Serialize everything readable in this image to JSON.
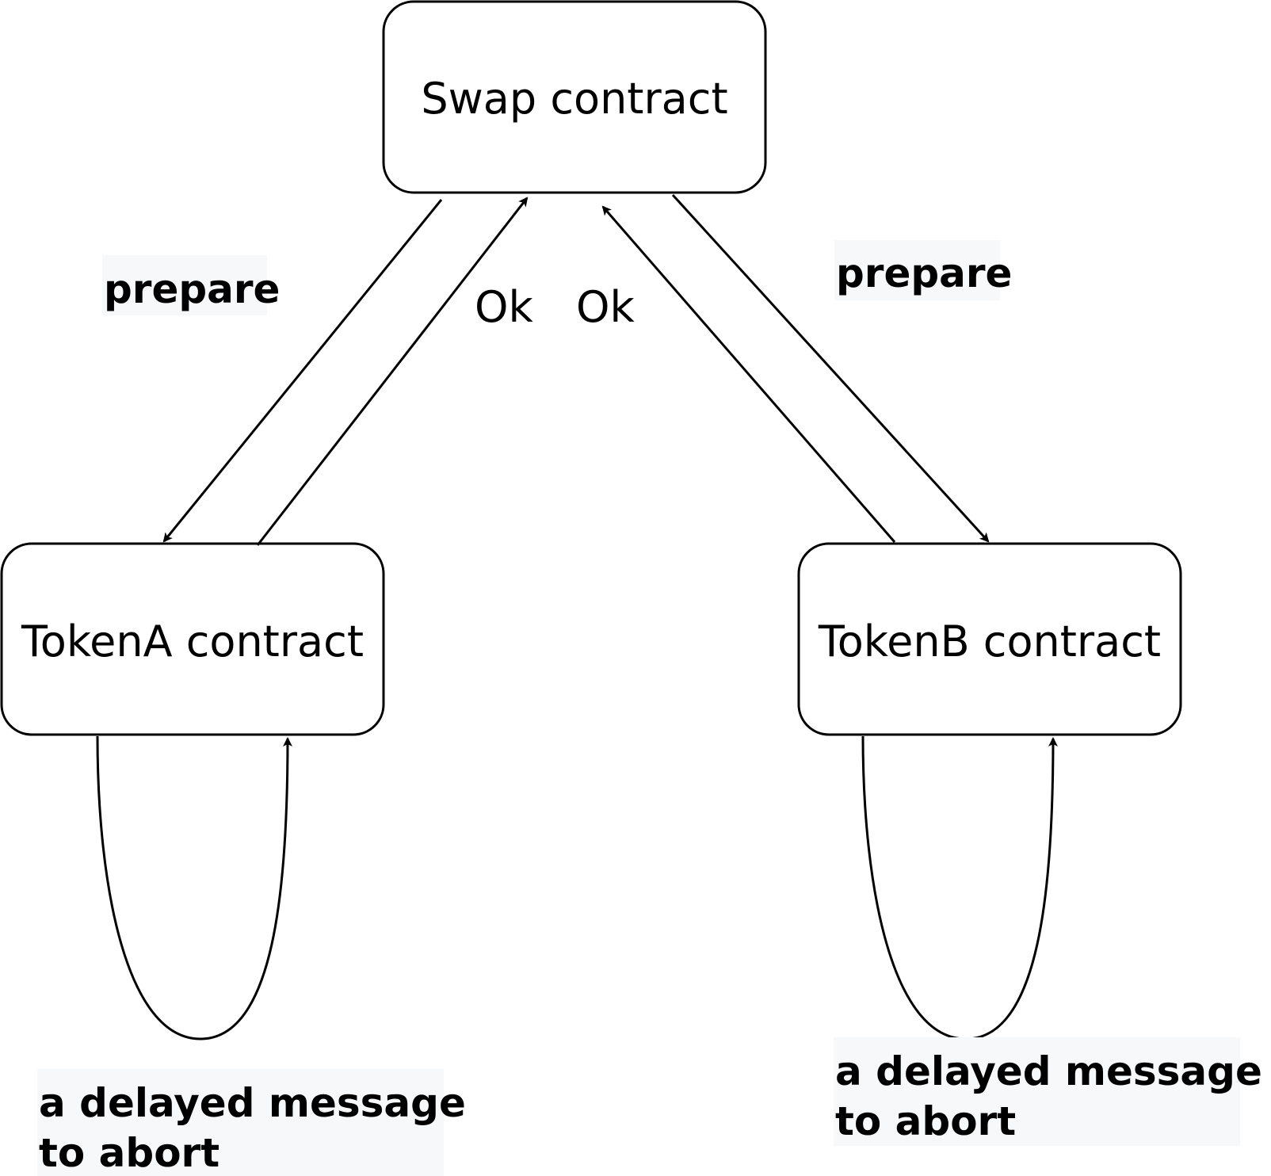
{
  "nodes": {
    "swap": {
      "label": "Swap contract"
    },
    "token_a": {
      "label": "TokenA contract"
    },
    "token_b": {
      "label": "TokenB contract"
    }
  },
  "edges": {
    "prepare_left": {
      "label": "prepare"
    },
    "ok_left": {
      "label": "Ok"
    },
    "ok_right": {
      "label": "Ok"
    },
    "prepare_right": {
      "label": "prepare"
    },
    "loop_a": {
      "line1": "a delayed message",
      "line2": "to abort"
    },
    "loop_b": {
      "line1": "a delayed message",
      "line2": "to abort"
    }
  },
  "colors": {
    "stroke": "#000000",
    "label_background": "#f6f8fa"
  }
}
